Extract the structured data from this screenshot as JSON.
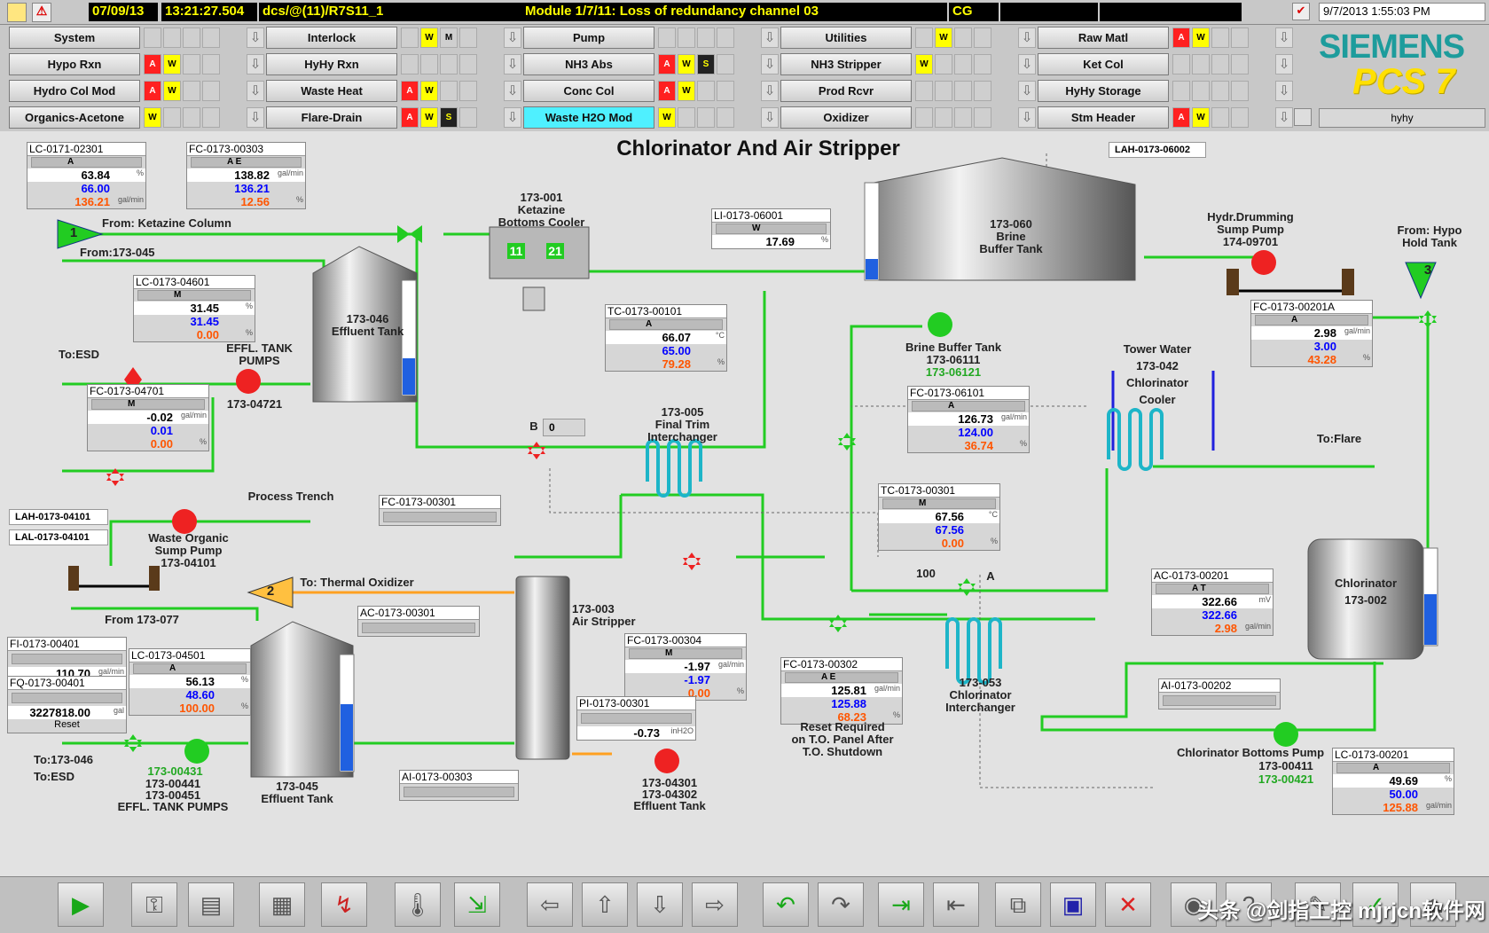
{
  "header": {
    "date": "07/09/13",
    "time": "13:21:27.504",
    "path": "dcs/@(11)/R7S11_1",
    "message": "Module 1/7/11:  Loss of redundancy channel 03",
    "cg": "CG",
    "clock": "9/7/2013 1:55:03 PM",
    "user": "hyhy"
  },
  "brand": {
    "name": "SIEMENS",
    "product": "PCS 7"
  },
  "nav": [
    {
      "label": "System",
      "badges": [
        "",
        "",
        "",
        "",
        ""
      ]
    },
    {
      "label": "Interlock",
      "badges": [
        "",
        "W",
        "M",
        "",
        ""
      ]
    },
    {
      "label": "Pump",
      "badges": [
        "",
        "",
        "",
        "",
        ""
      ]
    },
    {
      "label": "Utilities",
      "badges": [
        "",
        "W",
        "",
        "",
        ""
      ]
    },
    {
      "label": "Raw Matl",
      "badges": [
        "A",
        "W",
        "",
        "",
        ""
      ]
    },
    {
      "label": "Hypo Rxn",
      "badges": [
        "A",
        "W",
        "",
        "",
        ""
      ]
    },
    {
      "label": "HyHy Rxn",
      "badges": [
        "",
        "",
        "",
        "",
        ""
      ]
    },
    {
      "label": "NH3 Abs",
      "badges": [
        "A",
        "W",
        "S",
        "",
        ""
      ]
    },
    {
      "label": "NH3 Stripper",
      "badges": [
        "W",
        "",
        "",
        "",
        ""
      ]
    },
    {
      "label": "Ket Col",
      "badges": [
        "",
        "",
        "",
        "",
        ""
      ]
    },
    {
      "label": "Hydro Col Mod",
      "badges": [
        "A",
        "W",
        "",
        "",
        ""
      ]
    },
    {
      "label": "Waste Heat",
      "badges": [
        "A",
        "W",
        "",
        "",
        ""
      ]
    },
    {
      "label": "Conc Col",
      "badges": [
        "A",
        "W",
        "",
        "",
        ""
      ]
    },
    {
      "label": "Prod Rcvr",
      "badges": [
        "",
        "",
        "",
        "",
        ""
      ]
    },
    {
      "label": "HyHy Storage",
      "badges": [
        "",
        "",
        "",
        "",
        ""
      ]
    },
    {
      "label": "Organics-Acetone",
      "badges": [
        "W",
        "",
        "",
        "",
        ""
      ]
    },
    {
      "label": "Flare-Drain",
      "badges": [
        "A",
        "W",
        "S",
        "",
        ""
      ]
    },
    {
      "label": "Waste H2O Mod",
      "badges": [
        "W",
        "",
        "",
        "",
        ""
      ]
    },
    {
      "label": "Oxidizer",
      "badges": [
        "",
        "",
        "",
        "",
        ""
      ]
    },
    {
      "label": "Stm Header",
      "badges": [
        "A",
        "W",
        "",
        "",
        ""
      ]
    }
  ],
  "title": "Chlorinator And Air Stripper",
  "faceplates": {
    "lc0171": {
      "tag": "LC-0171-02301",
      "mode": "A",
      "pv": "63.84",
      "sp": "66.00",
      "out": "136.21",
      "u1": "%",
      "u2": "gal/min"
    },
    "fc00303": {
      "tag": "FC-0173-00303",
      "mode": "A E",
      "pv": "138.82",
      "sp": "136.21",
      "out": "12.56",
      "u1": "gal/min",
      "u2": "%"
    },
    "lc04601": {
      "tag": "LC-0173-04601",
      "mode": "M",
      "pv": "31.45",
      "sp": "31.45",
      "out": "0.00",
      "u1": "%",
      "u2": "%"
    },
    "fc04701": {
      "tag": "FC-0173-04701",
      "mode": "M",
      "pv": "-0.02",
      "sp": "0.01",
      "out": "0.00",
      "u1": "gal/min",
      "u2": "%"
    },
    "li06001": {
      "tag": "LI-0173-06001",
      "mode": "W",
      "pv": "17.69",
      "u1": "%"
    },
    "tc00101": {
      "tag": "TC-0173-00101",
      "mode": "A",
      "pv": "66.07",
      "sp": "65.00",
      "out": "79.28",
      "u1": "°C",
      "u2": "%"
    },
    "fc06101": {
      "tag": "FC-0173-06101",
      "mode": "A",
      "pv": "126.73",
      "sp": "124.00",
      "out": "36.74",
      "u1": "gal/min",
      "u2": "%"
    },
    "tc00301": {
      "tag": "TC-0173-00301",
      "mode": "M",
      "pv": "67.56",
      "sp": "67.56",
      "out": "0.00",
      "u1": "°C",
      "u2": "%"
    },
    "fc00201a": {
      "tag": "FC-0173-00201A",
      "mode": "A",
      "pv": "2.98",
      "sp": "3.00",
      "out": "43.28",
      "u1": "gal/min",
      "u2": "%"
    },
    "ac00201": {
      "tag": "AC-0173-00201",
      "mode": "A T",
      "pv": "322.66",
      "sp": "322.66",
      "out": "2.98",
      "u1": "mV",
      "u2": "gal/min"
    },
    "fc00302": {
      "tag": "FC-0173-00302",
      "mode": "A E",
      "pv": "125.81",
      "sp": "125.88",
      "out": "68.23",
      "u1": "gal/min",
      "u2": "%"
    },
    "fc00304": {
      "tag": "FC-0173-00304",
      "mode": "M",
      "pv": "-1.97",
      "sp": "-1.97",
      "out": "0.00",
      "u1": "gal/min",
      "u2": "%"
    },
    "lc04501": {
      "tag": "LC-0173-04501",
      "mode": "A",
      "pv": "56.13",
      "sp": "48.60",
      "out": "100.00",
      "u1": "%",
      "u2": "%"
    },
    "lc00201": {
      "tag": "LC-0173-00201",
      "mode": "A",
      "pv": "49.69",
      "sp": "50.00",
      "out": "125.88",
      "u1": "%",
      "u2": "gal/min"
    },
    "fc00301": {
      "tag": "FC-0173-00301"
    },
    "ac00301": {
      "tag": "AC-0173-00301"
    },
    "pi00301": {
      "tag": "PI-0173-00301",
      "pv": "-0.73",
      "u1": "inH2O"
    },
    "ai00303": {
      "tag": "AI-0173-00303"
    },
    "ai00202": {
      "tag": "AI-0173-00202"
    },
    "fi00401": {
      "tag": "FI-0173-00401",
      "pv": "110.70",
      "u1": "gal/min"
    },
    "fq00401": {
      "tag": "FQ-0173-00401",
      "pv": "3227818.00",
      "u1": "gal",
      "reset": "Reset"
    }
  },
  "labels": {
    "ketazine_cooler": "173-001\nKetazine\nBottoms Cooler",
    "brine_tank": "173-060\nBrine\nBuffer Tank",
    "hydr_pump": "Hydr.Drumming\nSump Pump\n174-09701",
    "hypo_tank": "From: Hypo\nHold Tank",
    "from_ketazine": "From: Ketazine Column",
    "from_173045": "From:173-045",
    "effluent_046": "173-046\nEffluent Tank",
    "to_esd": "To:ESD",
    "effl_pumps": "EFFL. TANK\nPUMPS",
    "pump_04721": "173-04721",
    "brine_pump": "Brine  Buffer Tank",
    "brine_pump_tag": "173-06111",
    "brine_pump_tag2": "173-06121",
    "tower_water": "Tower Water\n173-042\nChlorinator\nCooler",
    "final_trim": "173-005\nFinal Trim\nInterchanger",
    "b_label": "B",
    "b_value": "0",
    "to_flare": "To:Flare",
    "process_trench": "Process Trench",
    "lah04101": "LAH-0173-04101",
    "lal04101": "LAL-0173-04101",
    "waste_pump": "Waste Organic\nSump Pump\n173-04101",
    "to_oxidizer": "To: Thermal Oxidizer",
    "from_173077": "From 173-077",
    "air_stripper": "173-003\nAir Stripper",
    "a_label": "A",
    "a_value": "100",
    "chlorinator": "Chlorinator\n173-002",
    "chlor_interch": "173-053\nChlorinator\nInterchanger",
    "reset_req": "Reset Required\non T.O. Panel After\nT.O. Shutdown",
    "effluent_045": "173-045\nEffluent Tank",
    "to_173046": "To:173-046",
    "to_esd2": "To:ESD",
    "effl_pumps2_a": "173-00431",
    "effl_pumps2_b": "173-00441\n173-00451\nEFFL. TANK PUMPS",
    "effluent_pump": "173-04301\n173-04302\nEffluent Tank",
    "chlor_bottoms": "Chlorinator Bottoms Pump",
    "chlor_bottoms_a": "173-00411",
    "chlor_bottoms_b": "173-00421",
    "lah06002": "LAH-0173-06002",
    "cooler_11": "11",
    "cooler_21": "21",
    "marker_1": "1",
    "marker_2": "2",
    "marker_3": "3"
  },
  "watermark": "头条 @剑指工控 mjrjcn软件网",
  "colors": {
    "pipe": "#22cc22",
    "alarm": "#ff2020",
    "warn": "#ffff00",
    "active_nav": "#4ff0ff",
    "header": "#000000"
  }
}
